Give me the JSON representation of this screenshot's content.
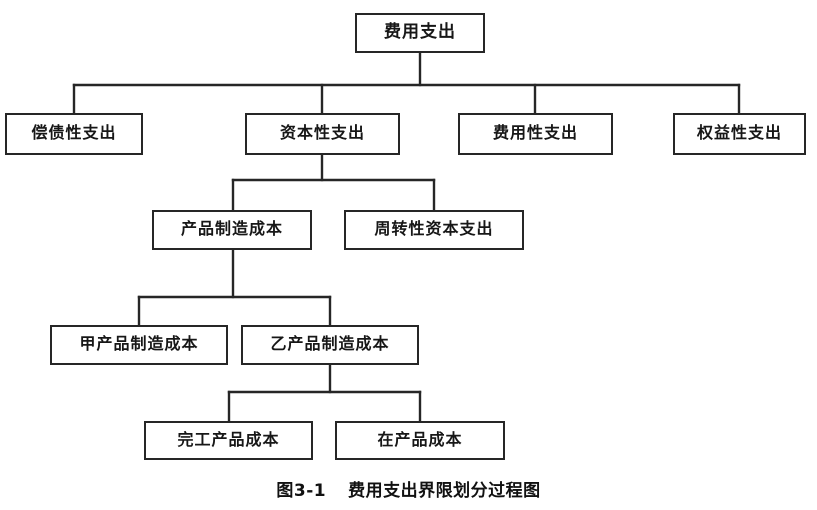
{
  "figure": {
    "caption_number": "图3-1",
    "caption_title": "费用支出界限划分过程图",
    "colors": {
      "box_border": "#262626",
      "connector_line": "#262626",
      "background": "#ffffff",
      "text": "#171717"
    }
  },
  "tree": {
    "root": {
      "id": "feiyongzhichu",
      "label": "费用支出",
      "level": 1
    },
    "level2": [
      {
        "id": "changzhaixing",
        "label": "偿债性支出"
      },
      {
        "id": "zibenxing",
        "label": "资本性支出"
      },
      {
        "id": "feiyongxing",
        "label": "费用性支出"
      },
      {
        "id": "quanyixing",
        "label": "权益性支出"
      }
    ],
    "level3": [
      {
        "id": "chanpinzhizao",
        "label": "产品制造成本"
      },
      {
        "id": "zhouzhuanxing",
        "label": "周转性资本支出"
      }
    ],
    "level4": [
      {
        "id": "jiachanpin",
        "label": "甲产品制造成本"
      },
      {
        "id": "yichanpin",
        "label": "乙产品制造成本"
      }
    ],
    "level5": [
      {
        "id": "wangongchanpin",
        "label": "完工产品成本"
      },
      {
        "id": "zaichanpin",
        "label": "在产品成本"
      }
    ]
  },
  "edges": [
    {
      "from": "feiyongzhichu",
      "to": "changzhaixing"
    },
    {
      "from": "feiyongzhichu",
      "to": "zibenxing"
    },
    {
      "from": "feiyongzhichu",
      "to": "feiyongxing"
    },
    {
      "from": "feiyongzhichu",
      "to": "quanyixing"
    },
    {
      "from": "zibenxing",
      "to": "chanpinzhizao"
    },
    {
      "from": "zibenxing",
      "to": "zhouzhuanxing"
    },
    {
      "from": "chanpinzhizao",
      "to": "jiachanpin"
    },
    {
      "from": "chanpinzhizao",
      "to": "yichanpin"
    },
    {
      "from": "yichanpin",
      "to": "wangongchanpin"
    },
    {
      "from": "yichanpin",
      "to": "zaichanpin"
    }
  ]
}
